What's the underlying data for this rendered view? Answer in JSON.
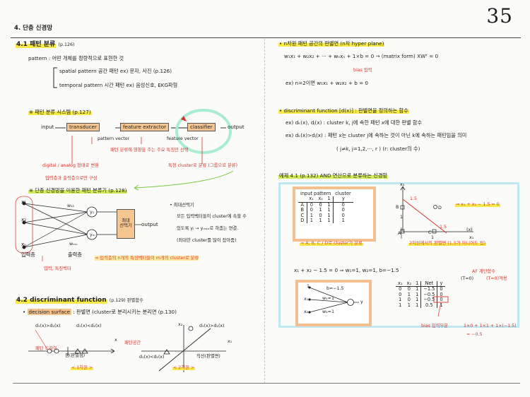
{
  "page_number": "35",
  "chapter_title": "4. 단층 신경망",
  "left": {
    "s41_title": "4.1 패턴 분류",
    "s41_page": "(p.126)",
    "pattern_line": "pattern : 어떤 개체를 정량적으로 표현한 것",
    "spatial": "spatial pattern  공간 패턴   ex) 문자, 사진 (p.126)",
    "temporal": "temporal pattern  시간 패턴   ex) 음성신호, EKG파형",
    "system_title": "※ 패턴 분류 시스템 (p.127)",
    "input": "input",
    "transducer": "transducer",
    "feature_extractor": "feature extractor",
    "classifier": "classifier",
    "output": "output",
    "pattern_vector": "pattern vector",
    "feature_vector": "feature vector",
    "note_feature": "패턴 분류에 영향을 주는 주요 특징만 선택",
    "note_digital": "digital / analog 형태로 변환",
    "note_cluster": "특정 cluster로 분류 (그룹으로 분류)",
    "note_hidden": "입력층과 출력층으로만 구성",
    "single_title": "※ 단층 신경망을 이용한 패턴 분류기 (p.128)",
    "x1": "x₁",
    "x2": "x₂",
    "xn": "xₙ",
    "w11": "w₁₁",
    "wmn": "wₘₙ",
    "y1": "y₁",
    "ym": "yₘ",
    "max_sel": "최대 선택기",
    "max_title": "• 최대선택기",
    "max_1": "모든 입력벡터들이 cluster에 속할 수",
    "max_2": "있도록  yⱼ → yₘₐₓ로 하겠는 연결.",
    "max_3": "(최대한 cluster를 많이 잡아줌)",
    "input_layer": "입력층",
    "output_layer": "출력층",
    "input_vec": "입력, 특징벡터",
    "bottom_note": "⇒ 입력층의 n개의 특징벡터들이 m개의 cluster로 분류",
    "s42_title": "4.2 discriminant function",
    "s42_page": "(p.129)  판별함수",
    "ds_label": "decision surface",
    "ds_desc": ": 판별면 (cluster로 분리시키는 분리면 (p.130)",
    "d_eq1": "d₁(x)>d₂(x)",
    "d_eq2": "d₁(x)<d₂(x)",
    "d_eq3": "d₁(x)>d₂(x)",
    "d_eq4": "d₁(x)<d₂(x)",
    "pattern_space": "패턴공간",
    "pattern_line2": "패턴 도감이",
    "pan_point": "점(판별점)",
    "pan_line": "직선(판별면)",
    "dim1": "< 1차원 >",
    "dim2": "< 2차원 >",
    "x_axis": "x",
    "x1_axis": "x₁",
    "x2_axis": "x₂"
  },
  "right": {
    "hyper_title": "• n차원 패턴 공간의 판별면 (n차 hyper plane)",
    "hyper_eq": "w₁x₁ + w₂x₂ + ··· + wₙxₙ + 1×b = 0  →  (matrix form)  XWᵀ = 0",
    "bias_input": "bias 입력",
    "hyper_ex": "ex)  n=2이면   w₁x₁ + w₂x₂ + b = 0",
    "disc_title": "• discriminant function [d(x)] : 판별면을 정의하는 함수",
    "disc_ex1": "ex)  dₖ(x), dⱼ(x) : cluster k, j에 속한 패턴 x에 대한 판별 함수",
    "disc_ex2": "ex)  dₖ(x)>dⱼ(x) : 패턴 x는 cluster j에 속하는 것이 아닌 k에 속하는 패턴임을 의미",
    "disc_ex3": "( j≠k,  j=1,2,···, r )   (r: cluster의 수)",
    "example_title": "예제 4.1 (p.132)  AND 연산으로 분류하는 신경망",
    "table_headers": [
      "input pattern",
      "cluster"
    ],
    "table_sub": [
      "",
      "x₁",
      "x₂",
      "1",
      "y"
    ],
    "table_rows": [
      [
        "A",
        "0",
        "0",
        "1",
        "0"
      ],
      [
        "B",
        "0",
        "1",
        "1",
        "0"
      ],
      [
        "C",
        "1",
        "0",
        "1",
        "0"
      ],
      [
        "D",
        "1",
        "1",
        "1",
        "1"
      ]
    ],
    "abc_note": "⇒ A, B, C / D로 cluster가 분류",
    "graph_note": "2차원에서의 판별면 (1.5가 아니어도 됨)",
    "graph_eq": "⇒ x₁ + x₂ − 1.5 = 0",
    "g_x2": "x₂",
    "g_x1": "x₁",
    "g_x": "(x)",
    "g_15a": "1.5",
    "g_15b": "1.5",
    "g_1a": "1",
    "g_1b": "1",
    "g_A": "A",
    "g_B": "B",
    "g_C": "C",
    "g_D": "D",
    "w_eq": "x₁ + x₂ − 1.5 = 0  ⇒  w₁=1,  w₂=1,  b=−1.5",
    "net_1": "1",
    "net_x1": "x₁",
    "net_x2": "x₂",
    "net_b": "b=−1.5",
    "net_w1": "w₁=1",
    "net_w2": "w₂=1",
    "net_y": "y",
    "af_label": "AF  계단함수",
    "af_sub": "(T=0)",
    "af_sub2": "(T=0)적용",
    "net_headers": [
      "x₁",
      "x₂",
      "1",
      "Net",
      "y"
    ],
    "net_rows": [
      [
        "0",
        "0",
        "1",
        "−1.5",
        "0"
      ],
      [
        "0",
        "1",
        "1",
        "−0.5",
        "0"
      ],
      [
        "1",
        "0",
        "1",
        "−0.5",
        "0"
      ],
      [
        "1",
        "1",
        "1",
        "0.5",
        "1"
      ]
    ],
    "bias_note": "bias 입력부분",
    "calc_1": "1×0 + 1×1 + 1×(−1.5)",
    "calc_2": "= −0.5"
  }
}
